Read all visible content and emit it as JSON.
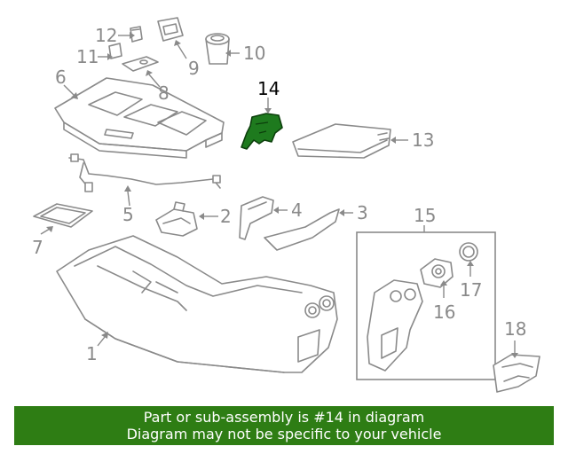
{
  "diagram": {
    "callouts": [
      "1",
      "2",
      "3",
      "4",
      "5",
      "6",
      "7",
      "8",
      "9",
      "10",
      "11",
      "12",
      "13",
      "14",
      "15",
      "16",
      "17",
      "18"
    ],
    "highlighted_part": "14",
    "highlight_color": "#1e7a1e",
    "line_color": "#8a8a8a"
  },
  "banner": {
    "line1": "Part or sub-assembly is #14 in diagram",
    "line2": "Diagram may not be specific to your vehicle",
    "background": "#2e7d14"
  }
}
